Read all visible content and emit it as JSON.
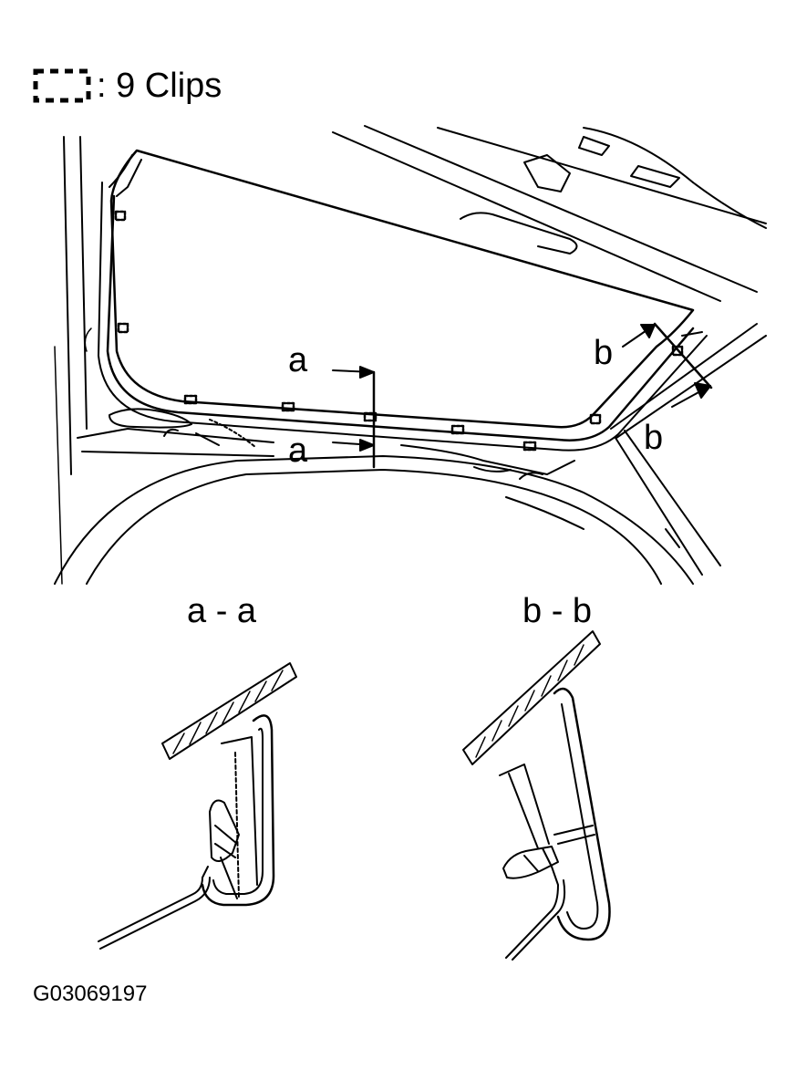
{
  "legend": {
    "icon": "dashed-clip-symbol",
    "text": ": 9 Clips"
  },
  "labels": {
    "a_upper": "a",
    "a_lower": "a",
    "b_upper": "b",
    "b_lower": "b"
  },
  "sections": {
    "aa_title": "a - a",
    "bb_title": "b - b"
  },
  "figure_code": "G03069197"
}
